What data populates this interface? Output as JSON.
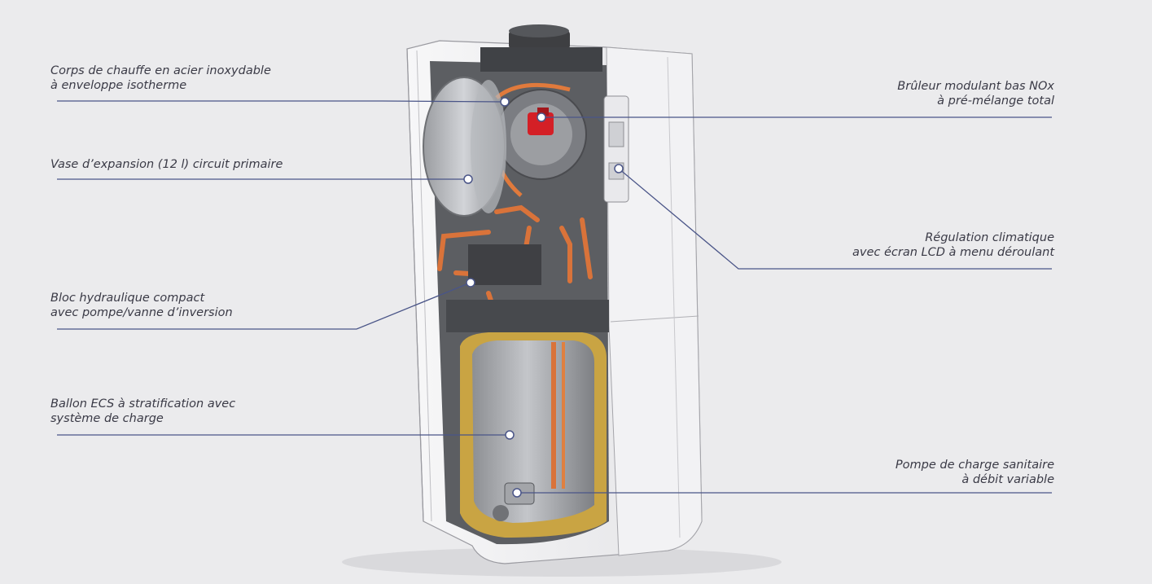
{
  "labels": {
    "corps": {
      "line1": "Corps de chauffe en acier inoxydable",
      "line2": "à enveloppe isotherme"
    },
    "vase": {
      "line1": "Vase d’expansion (12 l) circuit primaire"
    },
    "bloc": {
      "line1": "Bloc hydraulique compact",
      "line2": "avec pompe/vanne d’inversion"
    },
    "ballon": {
      "line1": "Ballon ECS à stratification avec",
      "line2": "système de charge"
    },
    "bruleur": {
      "line1": "Brûleur modulant bas NOx",
      "line2": "à pré-mélange total"
    },
    "regulation": {
      "line1": "Régulation climatique",
      "line2": "avec écran LCD à menu déroulant"
    },
    "pompe": {
      "line1": "Pompe de charge sanitaire",
      "line2": "à débit variable"
    }
  },
  "colors": {
    "background": "#ebebed",
    "leader_line": "#4a5588",
    "text": "#3a3a46",
    "copper": "#d9733a",
    "burner_red": "#d41f26",
    "insulation": "#c9a443"
  }
}
